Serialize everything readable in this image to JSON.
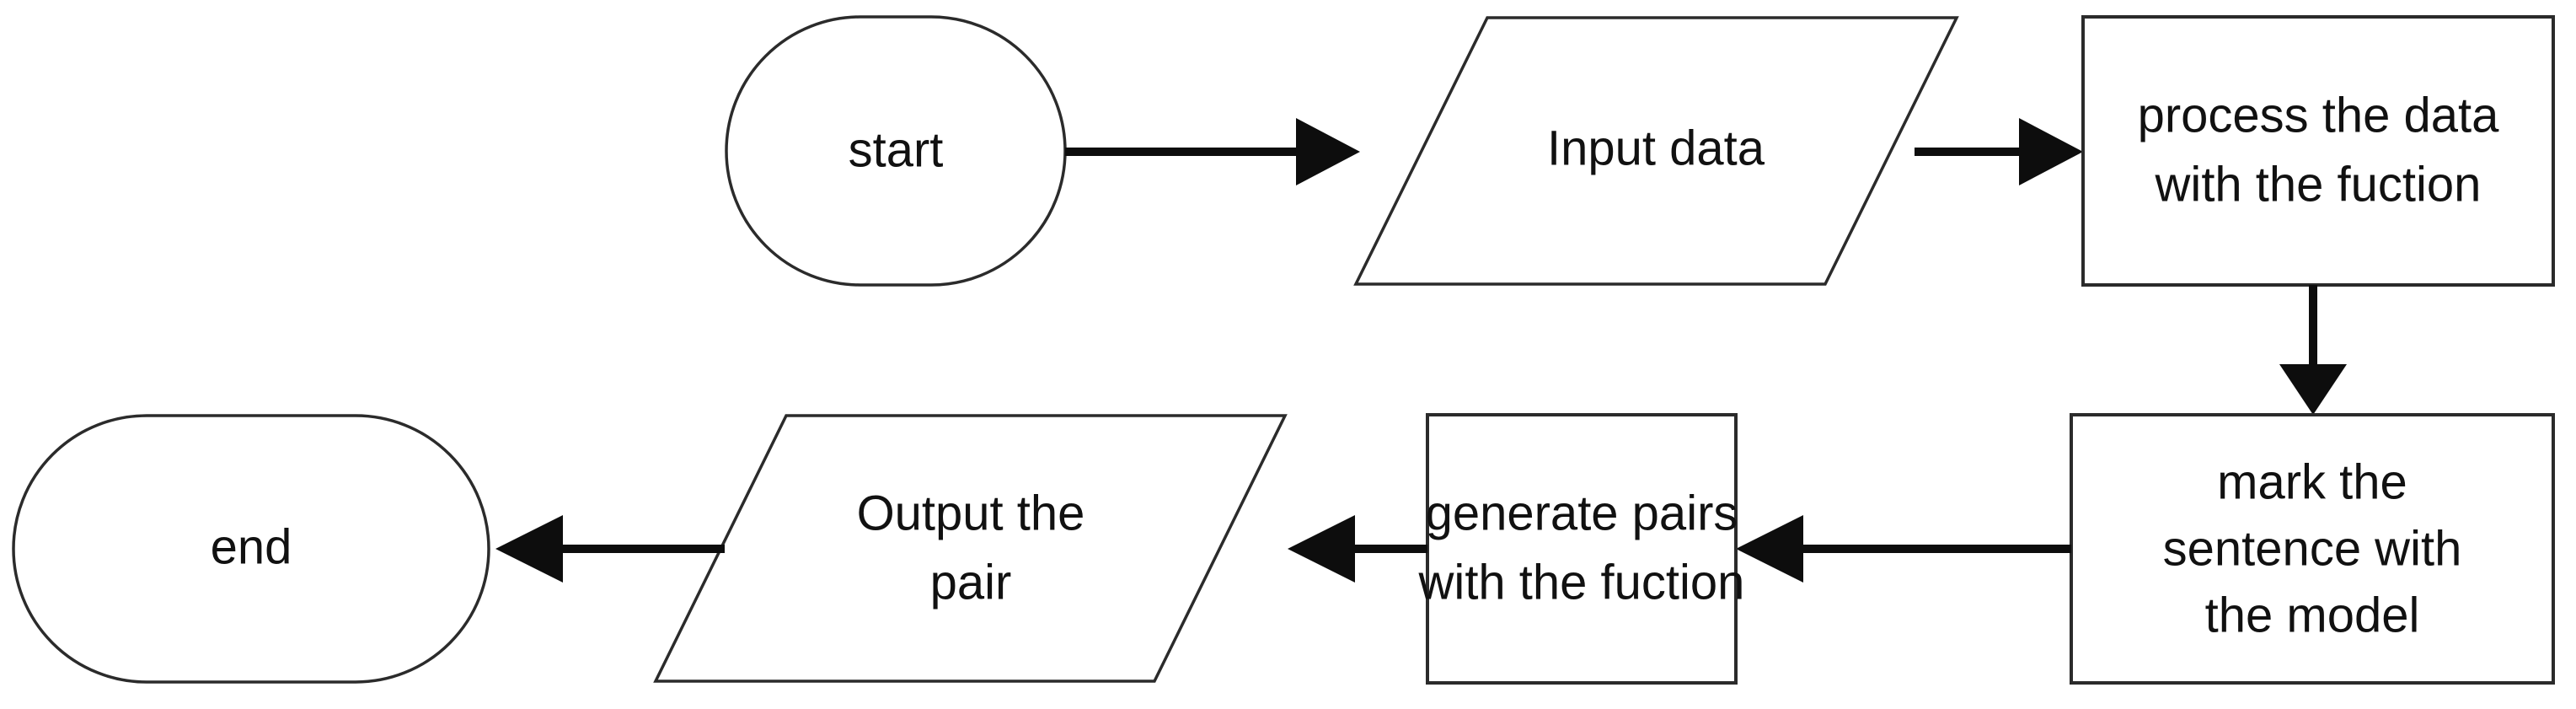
{
  "diagram": {
    "title": "data processing flowchart",
    "background_color": "#ffffff",
    "line_color": "#2b2b2b",
    "arrow_color": "#0d0d0d",
    "text_color": "#111111"
  },
  "nodes": {
    "start": {
      "label": "start",
      "shape": "stadium",
      "role": "terminator"
    },
    "input_data": {
      "label": "Input data",
      "shape": "parallelogram",
      "role": "input"
    },
    "process_data": {
      "line1": "process the data",
      "line2": "with the fuction",
      "shape": "rectangle",
      "role": "process"
    },
    "mark_sentence": {
      "line1": "mark the",
      "line2": "sentence with",
      "line3": "the model",
      "shape": "rectangle",
      "role": "process"
    },
    "generate_pairs": {
      "line1": "generate pairs",
      "line2": "with the fuction",
      "shape": "rectangle",
      "role": "process"
    },
    "output_pair": {
      "line1": "Output the",
      "line2": "pair",
      "shape": "parallelogram",
      "role": "output"
    },
    "end": {
      "label": "end",
      "shape": "stadium",
      "role": "terminator"
    }
  },
  "edges": [
    {
      "id": "start-to-input",
      "from": "start",
      "to": "input_data",
      "direction": "right",
      "label": ""
    },
    {
      "id": "input-to-process",
      "from": "input_data",
      "to": "process_data",
      "direction": "right",
      "label": ""
    },
    {
      "id": "process-to-mark",
      "from": "process_data",
      "to": "mark_sentence",
      "direction": "down",
      "label": ""
    },
    {
      "id": "mark-to-generate",
      "from": "mark_sentence",
      "to": "generate_pairs",
      "direction": "left",
      "label": ""
    },
    {
      "id": "generate-to-output",
      "from": "generate_pairs",
      "to": "output_pair",
      "direction": "left",
      "label": ""
    },
    {
      "id": "output-to-end",
      "from": "output_pair",
      "to": "end",
      "direction": "left",
      "label": ""
    }
  ],
  "chart_data": {
    "type": "table",
    "title": "data processing flowchart",
    "sequence": [
      "start",
      "Input data",
      "process the data with the fuction",
      "mark the sentence with the model",
      "generate pairs with the fuction",
      "Output the pair",
      "end"
    ]
  }
}
